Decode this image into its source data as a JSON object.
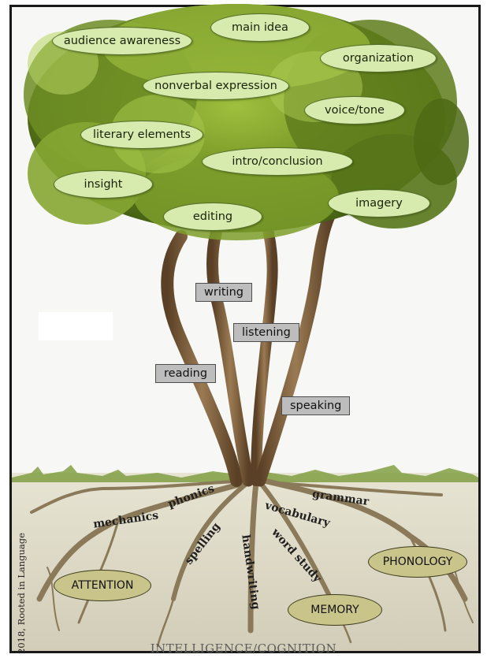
{
  "canopy_labels": {
    "audience_awareness": "audience awareness",
    "main_idea": "main idea",
    "organization": "organization",
    "nonverbal_expression": "nonverbal expression",
    "voice_tone": "voice/tone",
    "literary_elements": "literary elements",
    "intro_conclusion": "intro/conclusion",
    "insight": "insight",
    "imagery": "imagery",
    "editing": "editing"
  },
  "branch_labels": {
    "writing": "writing",
    "listening": "listening",
    "reading": "reading",
    "speaking": "speaking"
  },
  "root_labels": {
    "phonics": "phonics",
    "mechanics": "mechanics",
    "spelling": "spelling",
    "handwriting": "handwriting",
    "word_study": "word study",
    "vocabulary": "vocabulary",
    "grammar": "grammar"
  },
  "base_labels": {
    "attention": "ATTENTION",
    "memory": "MEMORY",
    "phonology": "PHONOLOGY"
  },
  "ground_label": "INTELLIGENCE/COGNITION",
  "copyright": "2018, Rooted in Language",
  "colors": {
    "leaf_fill": "#d7ebae",
    "branch_fill": "#bdbdbd",
    "base_fill": "#c9c48a",
    "canopy_dark": "#3f5a12",
    "canopy_light": "#a9c84a",
    "trunk": "#7a5a36",
    "soil": "#dcd8c8"
  }
}
